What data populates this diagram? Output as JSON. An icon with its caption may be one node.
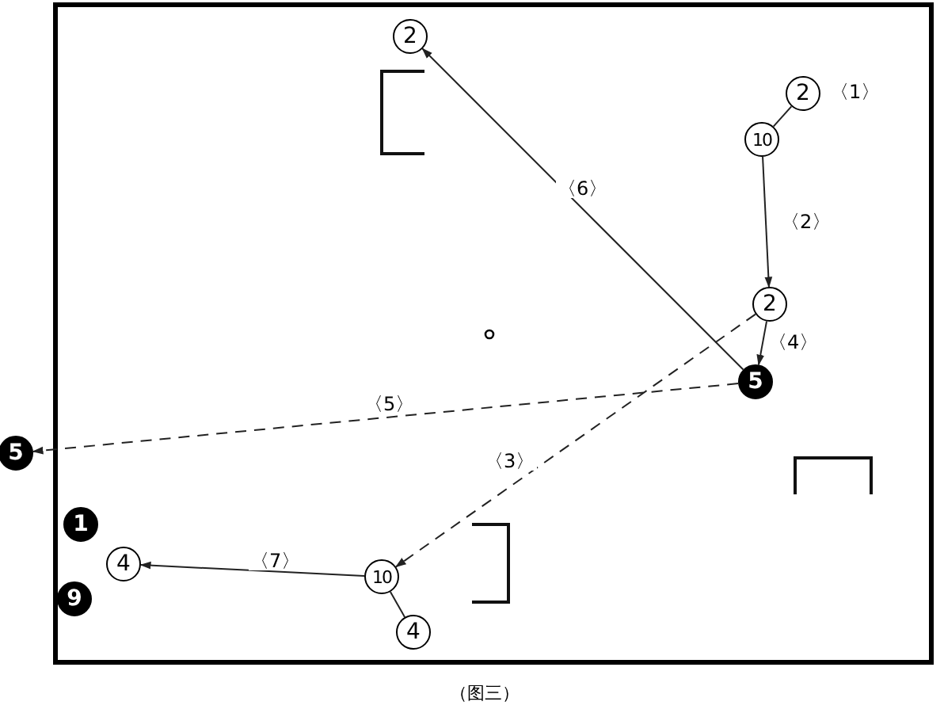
{
  "diagram": {
    "caption": "（图三）",
    "nodes": [
      {
        "text": [
          "2"
        ]
      },
      {
        "text": [
          "2"
        ],
        "beside": [
          "〈1〉"
        ]
      },
      {
        "text": [
          "10"
        ]
      },
      {
        "text": [
          "2"
        ]
      },
      {
        "text": [
          "5"
        ]
      },
      {
        "text": [
          "5"
        ]
      },
      {
        "text": [
          "1"
        ]
      },
      {
        "text": [
          "4"
        ]
      },
      {
        "text": [
          "9"
        ]
      },
      {
        "text": [
          "10"
        ]
      },
      {
        "text": [
          "4"
        ]
      }
    ],
    "edges": [
      {
        "from": 1,
        "to": 2,
        "arrow": "none"
      },
      {
        "from": 2,
        "to": 3,
        "arrow": "to",
        "label": "〈2〉"
      },
      {
        "from": 3,
        "to": 9,
        "arrow": "to",
        "label": "〈3〉",
        "style": "dashed"
      },
      {
        "from": 3,
        "to": 4,
        "arrow": "to",
        "label": "〈4〉"
      },
      {
        "from": 4,
        "to": 5,
        "arrow": "to",
        "label": "〈5〉",
        "style": "dashed"
      },
      {
        "from": 4,
        "to": 0,
        "arrow": "to",
        "label": "〈6〉"
      },
      {
        "from": 9,
        "to": 7,
        "arrow": "to",
        "label": "〈7〉"
      },
      {
        "from": 10,
        "to": 9,
        "arrow": "none"
      }
    ]
  }
}
